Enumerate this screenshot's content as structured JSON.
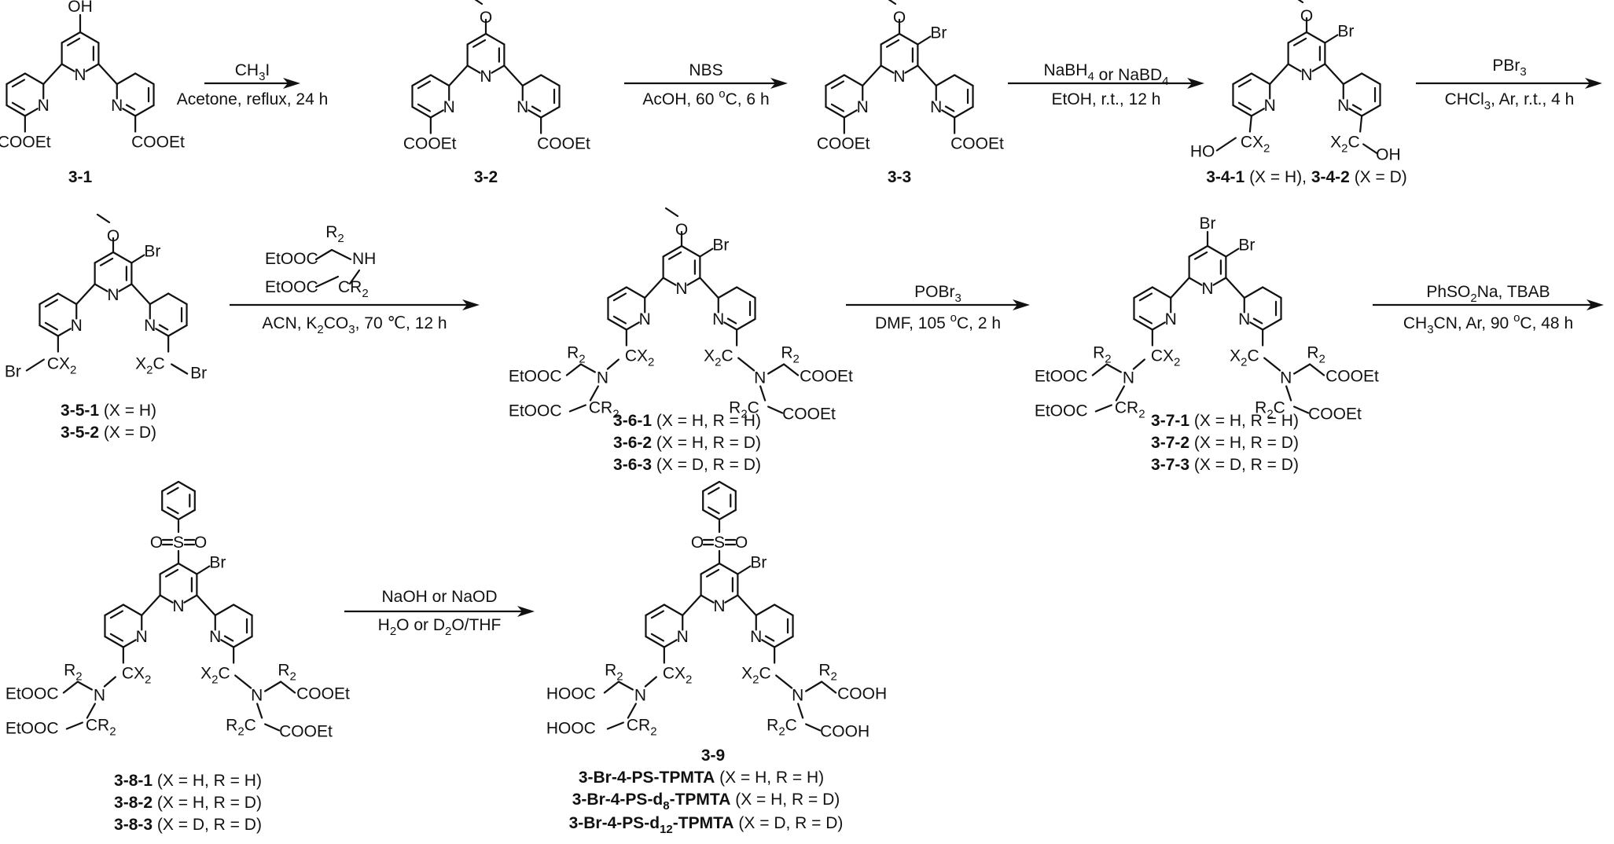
{
  "steps": [
    {
      "id": "s1",
      "reagent": "CH3I",
      "reagent_html": "CH<tspan baseline-shift='sub' font-size='15'>3</tspan>I",
      "conditions": "Acetone, reflux, 24 h"
    },
    {
      "id": "s2",
      "reagent": "NBS",
      "conditions": "AcOH, 60 °C, 6 h"
    },
    {
      "id": "s3",
      "reagent": "NaBH4 or NaBD4",
      "conditions": "EtOH, r.t., 12 h"
    },
    {
      "id": "s4",
      "reagent": "PBr3",
      "conditions": "CHCl3, Ar, r.t., 4 h"
    },
    {
      "id": "s5",
      "reagent": "EtOOC CH(R2) NH / EtOOC CR2",
      "conditions": "ACN, K2CO3, 70 ℃, 12 h"
    },
    {
      "id": "s6",
      "reagent": "POBr3",
      "conditions": "DMF, 105 °C, 2 h"
    },
    {
      "id": "s7",
      "reagent": "PhSO2Na, TBAB",
      "conditions": "CH3CN, Ar, 90 °C, 48 h"
    },
    {
      "id": "s8",
      "reagent": "NaOH or NaOD",
      "conditions": "H2O or D2O/THF"
    }
  ],
  "compounds": {
    "c31": {
      "label": "3-1"
    },
    "c32": {
      "label": "3-2"
    },
    "c33": {
      "label": "3-3"
    },
    "c34": {
      "label_a": "3-4-1",
      "cond_a": "(X = H),",
      "label_b": "3-4-2",
      "cond_b": "(X = D)"
    },
    "c35": [
      {
        "label": "3-5-1",
        "cond": "(X = H)"
      },
      {
        "label": "3-5-2",
        "cond": "(X = D)"
      }
    ],
    "c36": [
      {
        "label": "3-6-1",
        "cond": "(X = H, R = H)"
      },
      {
        "label": "3-6-2",
        "cond": "(X = H, R = D)"
      },
      {
        "label": "3-6-3",
        "cond": "(X = D, R = D)"
      }
    ],
    "c37": [
      {
        "label": "3-7-1",
        "cond": "(X = H, R = H)"
      },
      {
        "label": "3-7-2",
        "cond": "(X = H, R = D)"
      },
      {
        "label": "3-7-3",
        "cond": "(X = D, R = D)"
      }
    ],
    "c38": [
      {
        "label": "3-8-1",
        "cond": "(X = H, R = H)"
      },
      {
        "label": "3-8-2",
        "cond": "(X = H, R = D)"
      },
      {
        "label": "3-8-3",
        "cond": "(X = D, R = D)"
      }
    ],
    "c39": {
      "label": "3-9",
      "products": [
        {
          "label": "3-Br-4-PS-TPMTA",
          "cond": "(X = H, R = H)"
        },
        {
          "label": "3-Br-4-PS-d8-TPMTA",
          "cond": "(X = H, R = D)"
        },
        {
          "label": "3-Br-4-PS-d12-TPMTA",
          "cond": "(X = D, R = D)"
        }
      ]
    }
  },
  "atoms": {
    "OH": "OH",
    "N": "N",
    "Br": "Br",
    "COOEt": "COOEt",
    "COOH": "COOH",
    "O": "O",
    "S": "S",
    "EtOOC": "EtOOC",
    "HOOC": "HOOC",
    "HO": "HO",
    "NH": "NH",
    "X2": "X2",
    "R2": "R2"
  }
}
